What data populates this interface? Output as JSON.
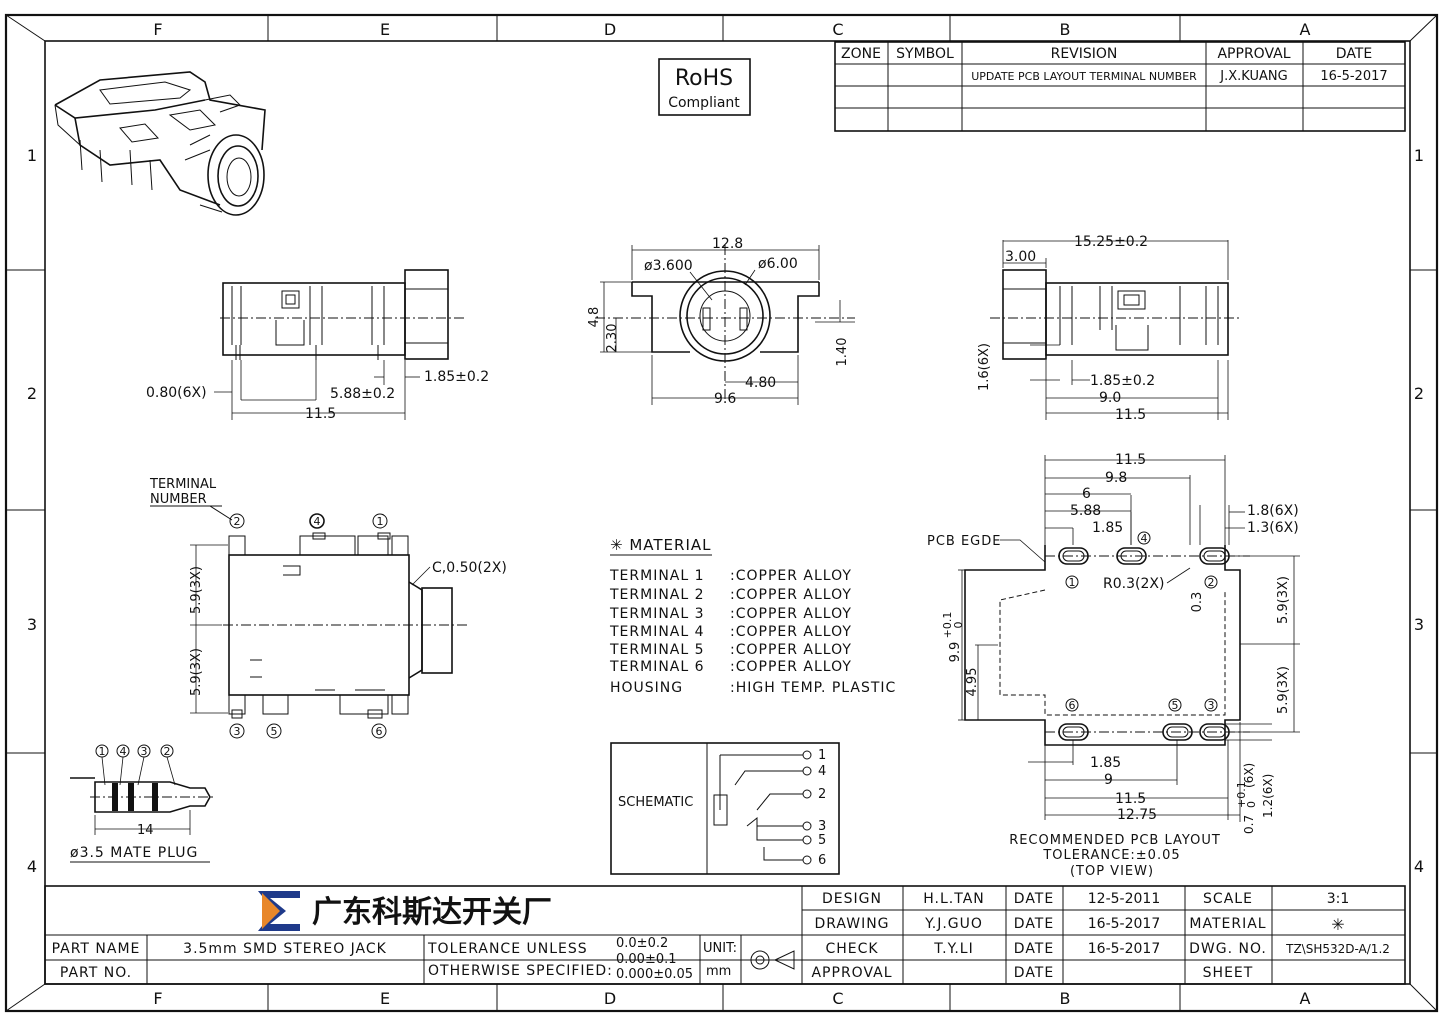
{
  "border": {
    "cols": [
      "F",
      "E",
      "D",
      "C",
      "B",
      "A"
    ],
    "rows": [
      "1",
      "2",
      "3",
      "4"
    ]
  },
  "revision_table": {
    "headers": [
      "ZONE",
      "SYMBOL",
      "REVISION",
      "APPROVAL",
      "DATE"
    ],
    "rows": [
      {
        "zone": "",
        "symbol": "",
        "revision": "UPDATE PCB LAYOUT TERMINAL NUMBER",
        "approval": "J.X.KUANG",
        "date": "16-5-2017"
      }
    ]
  },
  "rohs": {
    "line1": "RoHS",
    "line2": "Compliant"
  },
  "side_view_left": {
    "dims": {
      "pin_width": "0.80(6X)",
      "pitch": "5.88±0.2",
      "offset": "1.85±0.2",
      "length": "11.5"
    }
  },
  "front_view": {
    "dims": {
      "width": "12.8",
      "inner_dia": "ø3.600",
      "outer_dia": "ø6.00",
      "h1": "4.8",
      "h2": "2.30",
      "h3": "1.40",
      "half": "4.80",
      "base": "9.6"
    }
  },
  "side_view_right": {
    "dims": {
      "total": "15.25±0.2",
      "nose": "3.00",
      "pin_h": "1.6(6X)",
      "offset": "1.85±0.2",
      "span": "9.0",
      "length": "11.5"
    }
  },
  "top_view": {
    "label_terminal": "TERMINAL",
    "label_number": "NUMBER",
    "chamfer": "C,0.50(2X)",
    "dim_top": "5.9(3X)",
    "dim_bottom": "5.9(3X)",
    "terminals": [
      "1",
      "2",
      "3",
      "4",
      "5",
      "6"
    ]
  },
  "plug": {
    "label": "ø3.5 MATE PLUG",
    "length": "14",
    "rings": [
      "1",
      "4",
      "3",
      "2"
    ]
  },
  "material": {
    "title": "✳ MATERIAL",
    "rows": [
      {
        "part": "TERMINAL 1",
        "spec": ":COPPER ALLOY"
      },
      {
        "part": "TERMINAL 2",
        "spec": ":COPPER ALLOY"
      },
      {
        "part": "TERMINAL 3",
        "spec": ":COPPER ALLOY"
      },
      {
        "part": "TERMINAL 4",
        "spec": ":COPPER ALLOY"
      },
      {
        "part": "TERMINAL 5",
        "spec": ":COPPER ALLOY"
      },
      {
        "part": "TERMINAL 6",
        "spec": ":COPPER ALLOY"
      },
      {
        "part": "HOUSING",
        "spec": ":HIGH TEMP. PLASTIC"
      }
    ]
  },
  "schematic": {
    "label": "SCHEMATIC",
    "pins": [
      "1",
      "4",
      "2",
      "3",
      "5",
      "6"
    ]
  },
  "pcb_layout": {
    "edge_label": "PCB EGDE",
    "dims": {
      "d11_5": "11.5",
      "d9_8": "9.8",
      "d6": "6",
      "d5_88": "5.88",
      "d1_85": "1.85",
      "d1_8": "1.8(6X)",
      "d1_3": "1.3(6X)",
      "r0_3": "R0.3(2X)",
      "d0_3": "0.3",
      "d5_9a": "5.9(3X)",
      "d9_9": "9.9",
      "d9_9_tol_plus": "+0.1",
      "d9_9_tol_zero": "0",
      "d4_95": "4.95",
      "d5_9b": "5.9(3X)",
      "b1_85": "1.85",
      "b9": "9",
      "b11_5": "11.5",
      "b12_75": "12.75",
      "d0_7": "0.7",
      "d0_7_tol_plus": "+0.1",
      "d0_7_tol_zero": "0",
      "d0_7_suffix": "(6X)",
      "d1_2": "1.2(6X)"
    },
    "caption1": "RECOMMENDED PCB LAYOUT",
    "caption2": "TOLERANCE:±0.05",
    "caption3": "(TOP VIEW)",
    "terminals": [
      "1",
      "2",
      "3",
      "4",
      "5",
      "6"
    ]
  },
  "title_block": {
    "company": "广东科斯达开关厂",
    "part_name_label": "PART NAME",
    "part_name": "3.5mm SMD STEREO JACK",
    "part_no_label": "PART NO.",
    "part_no": "",
    "tolerance_line1": "TOLERANCE UNLESS",
    "tolerance_line2": "OTHERWISE SPECIFIED:",
    "tol1": "0.0±0.2",
    "tol2": "0.00±0.1",
    "tol3": "0.000±0.05",
    "unit_label": "UNIT:",
    "unit": "mm",
    "design_label": "DESIGN",
    "design": "H.L.TAN",
    "drawing_label": "DRAWING",
    "drawing": "Y.J.GUO",
    "check_label": "CHECK",
    "check": "T.Y.LI",
    "approval_label": "APPROVAL",
    "approval": "",
    "date_label": "DATE",
    "date_design": "12-5-2011",
    "date_drawing": "16-5-2017",
    "date_check": "16-5-2017",
    "date_approval": "",
    "scale_label": "SCALE",
    "scale": "3:1",
    "material_label": "MATERIAL",
    "material": "✳",
    "dwg_label": "DWG. NO.",
    "dwg": "TZ\\SH532D-A/1.2",
    "sheet_label": "SHEET",
    "sheet": ""
  }
}
